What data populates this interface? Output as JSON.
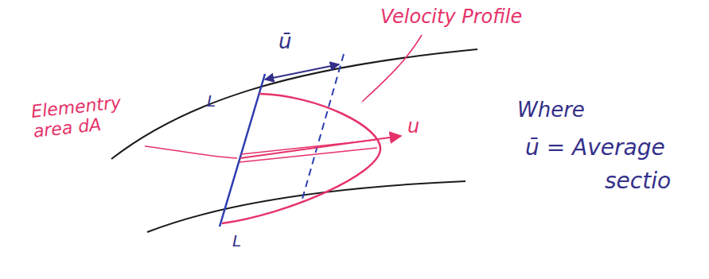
{
  "diagram": {
    "labels": [
      "ū",
      "Velocity Profile",
      "Elementry area dA",
      "u",
      "L",
      "L",
      "Where",
      "ū = Average",
      "sectio"
    ]
  }
}
